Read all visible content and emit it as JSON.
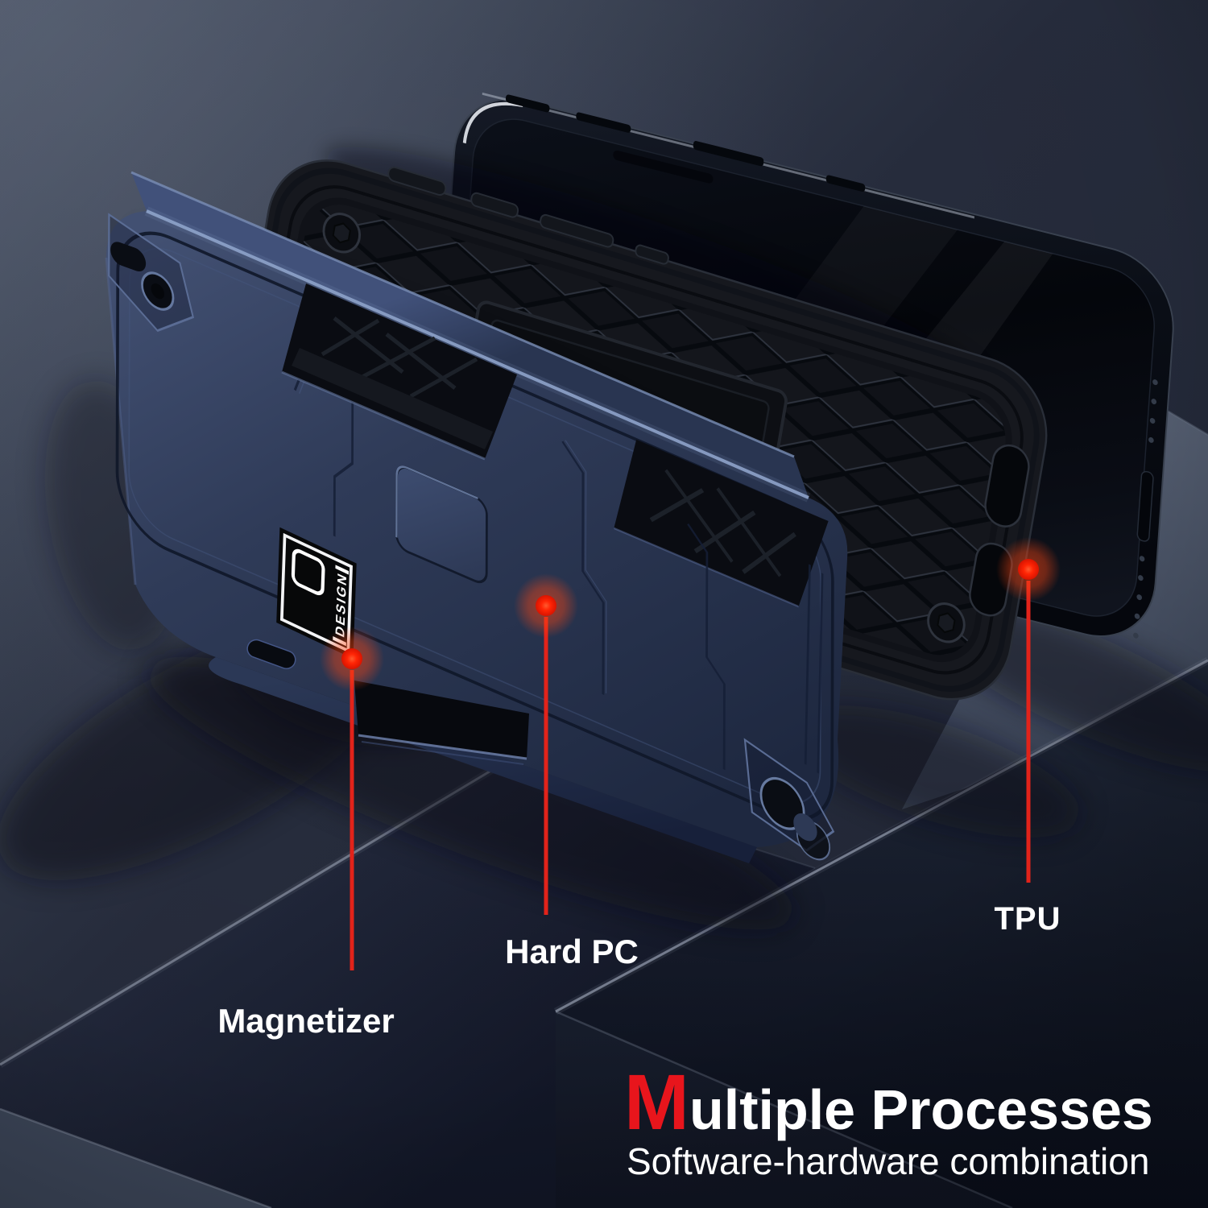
{
  "scene": {
    "kind": "phone-case-exploded-product-render",
    "callouts": [
      {
        "id": "magnetizer",
        "label": "Magnetizer"
      },
      {
        "id": "hard-pc",
        "label": "Hard PC"
      },
      {
        "id": "tpu",
        "label": "TPU"
      }
    ],
    "badge": {
      "text": "DESIGN"
    },
    "caption": {
      "title_first_letter": "M",
      "title_rest": "ultiple Processes",
      "title_full": "Multiple Processes",
      "subtitle": "Software-hardware combination"
    },
    "colors": {
      "accent_red": "#e2231a",
      "callout_dot_core": "#ff2b08",
      "callout_glow": "#ff4a1a",
      "case_blue": "#2e3a57",
      "case_edge_highlight": "#8fa3ca",
      "tpu_black": "#16181e",
      "phone_black": "#0a0d13",
      "background_wall": "#3a4253",
      "background_floor": "#0c101d",
      "text_white": "#ffffff"
    }
  }
}
